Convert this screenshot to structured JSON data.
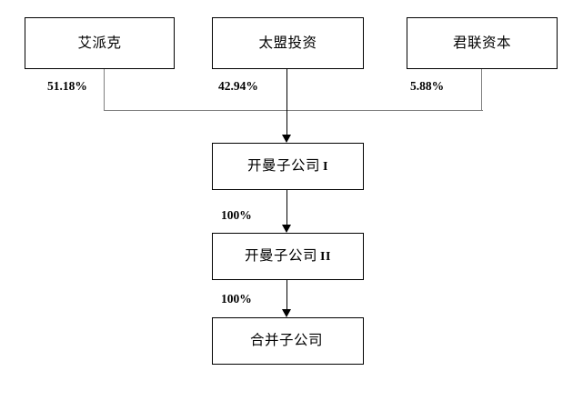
{
  "diagram": {
    "type": "org-ownership-structure",
    "shareholders": [
      {
        "id": "apex",
        "label": "艾派克",
        "ownership": "51.18%"
      },
      {
        "id": "pag",
        "label": "太盟投资",
        "ownership": "42.94%"
      },
      {
        "id": "legend",
        "label": "君联资本",
        "ownership": "5.88%"
      }
    ],
    "subsidiaries": [
      {
        "id": "cayman-1",
        "label": "开曼子公司",
        "numeral": "I",
        "ownership_from_parent": ""
      },
      {
        "id": "cayman-2",
        "label": "开曼子公司",
        "numeral": "II",
        "ownership_from_parent": "100%"
      },
      {
        "id": "merger",
        "label": "合并子公司",
        "numeral": "",
        "ownership_from_parent": "100%"
      }
    ],
    "colors": {
      "box_border": "#000000",
      "arrow": "#000000",
      "bus_line": "#808080",
      "background": "#ffffff",
      "text": "#000000"
    }
  }
}
